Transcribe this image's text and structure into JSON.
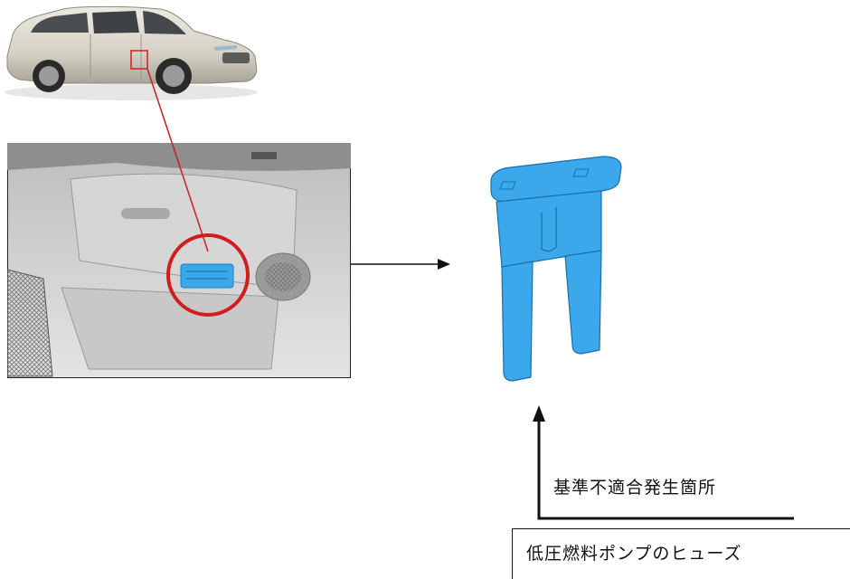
{
  "labels": {
    "occurrence": "基準不適合発生箇所",
    "part_name": "低圧燃料ポンプのヒューズ"
  },
  "colors": {
    "fuse_blue": "#3aa8ea",
    "highlight_red": "#d01e1e",
    "car_body": "#d8d4c8"
  },
  "images": {
    "car": "vehicle-side-view",
    "interior": "glovebox-area-fuse-location",
    "fuse": "blade-fuse"
  }
}
